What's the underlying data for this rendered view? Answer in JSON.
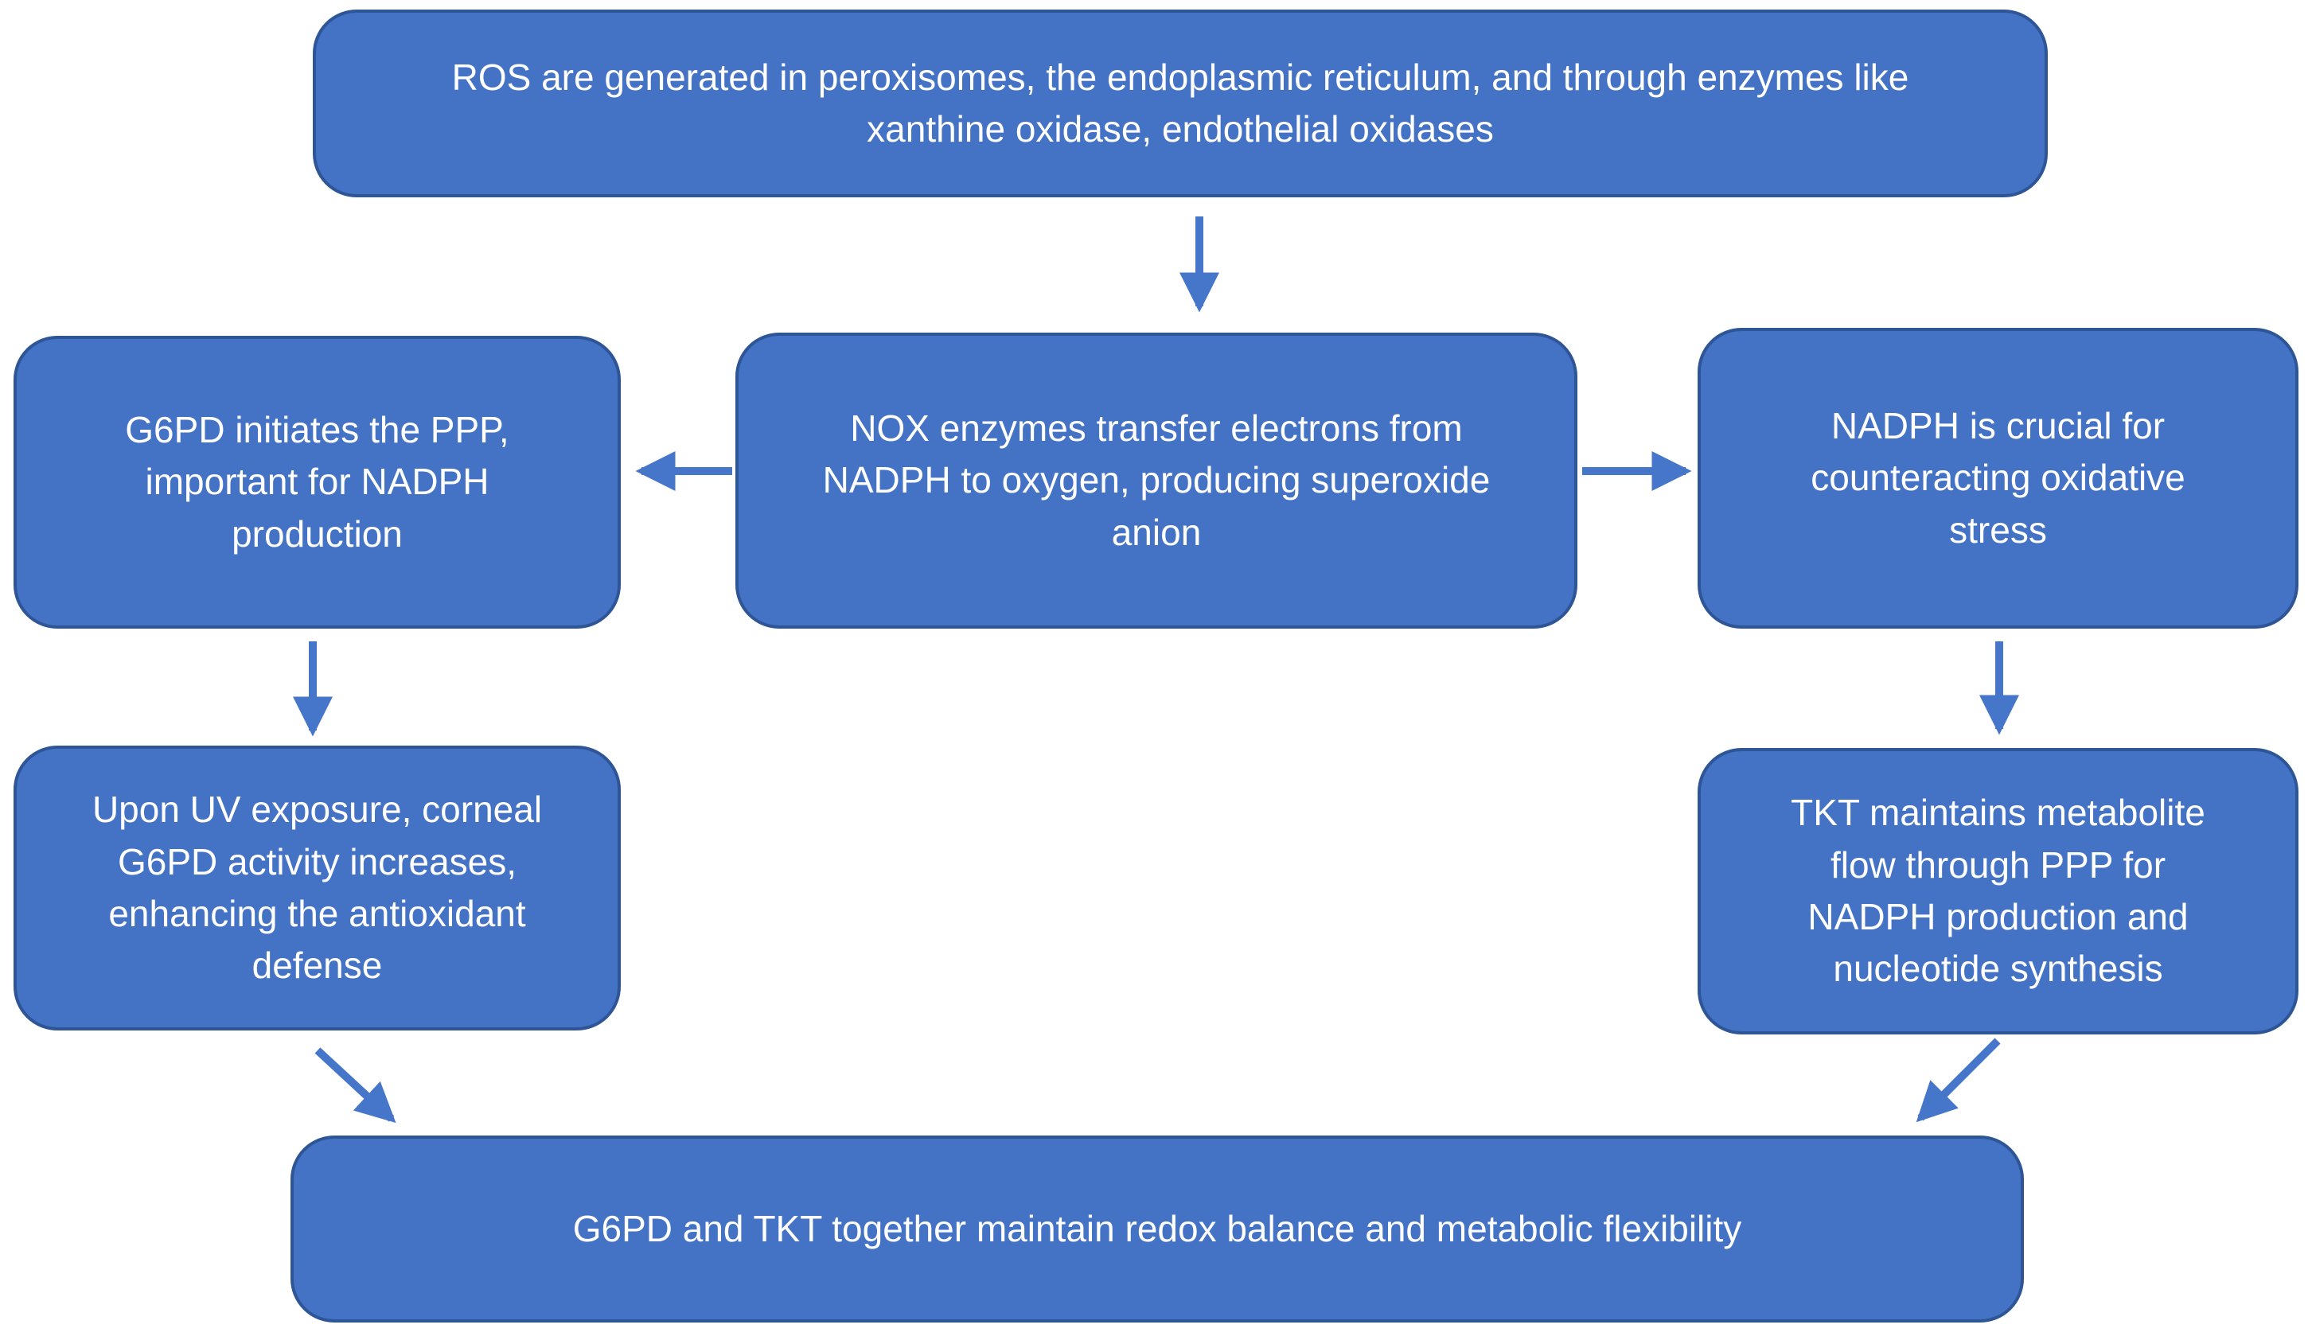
{
  "diagram": {
    "title": "G6PD / TKT redox flowchart",
    "colors": {
      "node_fill": "#4472C4",
      "node_border": "#2E5596",
      "text_color": "#FFFFFF",
      "arrow_color": "#4576C9",
      "bg_color": "#FFFFFF"
    },
    "nodes": [
      {
        "id": "ros",
        "label": "ROS are generated in peroxisomes, the endoplasmic reticulum, and through enzymes like xanthine oxidase, endothelial oxidases"
      },
      {
        "id": "nox",
        "label": "NOX enzymes transfer electrons from NADPH to oxygen, producing superoxide anion"
      },
      {
        "id": "g6pd",
        "label": "G6PD initiates the PPP, important for NADPH production"
      },
      {
        "id": "nadph",
        "label": "NADPH is crucial for counteracting oxidative stress"
      },
      {
        "id": "uv",
        "label": "Upon UV exposure, corneal G6PD activity increases, enhancing the antioxidant defense"
      },
      {
        "id": "tkt",
        "label": "TKT maintains metabolite flow through PPP for NADPH production and nucleotide synthesis"
      },
      {
        "id": "summary",
        "label": "G6PD and TKT together maintain redox balance and metabolic flexibility"
      }
    ],
    "edges": [
      {
        "from": "ros",
        "to": "nox",
        "direction": "down"
      },
      {
        "from": "nox",
        "to": "g6pd",
        "direction": "left"
      },
      {
        "from": "nox",
        "to": "nadph",
        "direction": "right"
      },
      {
        "from": "g6pd",
        "to": "uv",
        "direction": "down"
      },
      {
        "from": "nadph",
        "to": "tkt",
        "direction": "down"
      },
      {
        "from": "uv",
        "to": "summary",
        "direction": "down-right"
      },
      {
        "from": "tkt",
        "to": "summary",
        "direction": "down-left"
      }
    ]
  }
}
